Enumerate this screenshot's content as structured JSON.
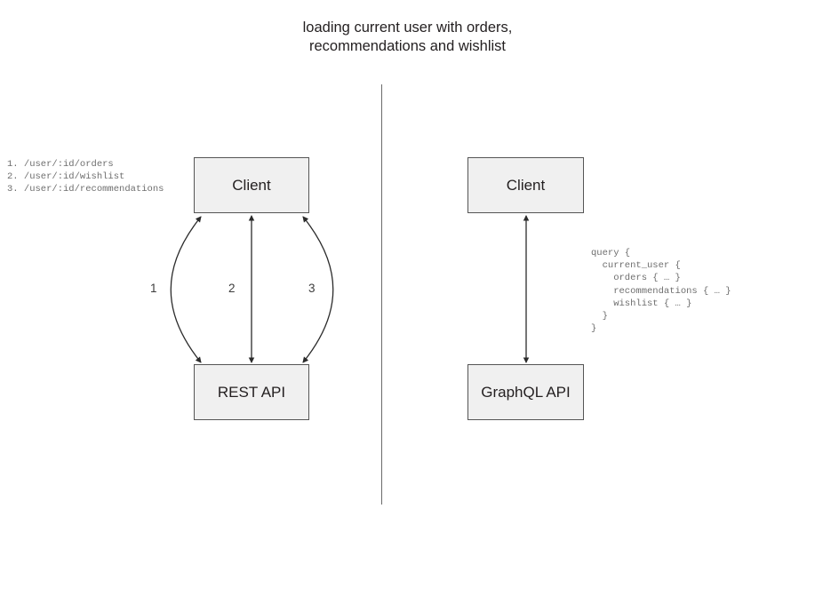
{
  "diagram": {
    "title": "loading current user with orders,\nrecommendations and wishlist",
    "divider_color": "#6b6b6b",
    "box_fill": "#f0f0f0",
    "box_border": "#555555",
    "text_color": "#231f20",
    "code_color": "#6e6e6e"
  },
  "rest_side": {
    "client_label": "Client",
    "api_label": "REST API",
    "edge_labels": [
      "1",
      "2",
      "3"
    ],
    "endpoints_text": "1. /user/:id/orders\n2. /user/:id/wishlist\n3. /user/:id/recommendations",
    "endpoints": [
      {
        "number": "1.",
        "path": "/user/:id/orders"
      },
      {
        "number": "2.",
        "path": "/user/:id/wishlist"
      },
      {
        "number": "3.",
        "path": "/user/:id/recommendations"
      }
    ]
  },
  "graphql_side": {
    "client_label": "Client",
    "api_label": "GraphQL API",
    "query_text": "query {\n  current_user {\n    orders { … }\n    recommendations { … }\n    wishlist { … }\n  }\n}",
    "query_lines": [
      "query {",
      "  current_user {",
      "    orders { … }",
      "    recommendations { … }",
      "    wishlist { … }",
      "  }",
      "}"
    ]
  }
}
